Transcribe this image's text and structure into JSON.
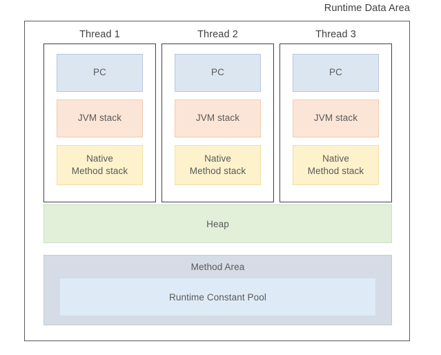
{
  "diagram": {
    "title": "Runtime Data Area",
    "threads": [
      {
        "heading": "Thread 1",
        "regions": [
          {
            "label": "PC",
            "color": "#dce6f1"
          },
          {
            "label": "JVM stack",
            "color": "#fbe5d6"
          },
          {
            "label": "Native\nMethod stack",
            "color": "#fdf2cc"
          }
        ]
      },
      {
        "heading": "Thread 2",
        "regions": [
          {
            "label": "PC",
            "color": "#dce6f1"
          },
          {
            "label": "JVM stack",
            "color": "#fbe5d6"
          },
          {
            "label": "Native\nMethod stack",
            "color": "#fdf2cc"
          }
        ]
      },
      {
        "heading": "Thread 3",
        "regions": [
          {
            "label": "PC",
            "color": "#dce6f1"
          },
          {
            "label": "JVM stack",
            "color": "#fbe5d6"
          },
          {
            "label": "Native\nMethod stack",
            "color": "#fdf2cc"
          }
        ]
      }
    ],
    "heap": {
      "label": "Heap",
      "color": "#e2efd9"
    },
    "method_area": {
      "label": "Method Area",
      "color": "#d6dce5",
      "constant_pool": {
        "label": "Runtime Constant Pool",
        "color": "#deeaf6"
      }
    }
  }
}
